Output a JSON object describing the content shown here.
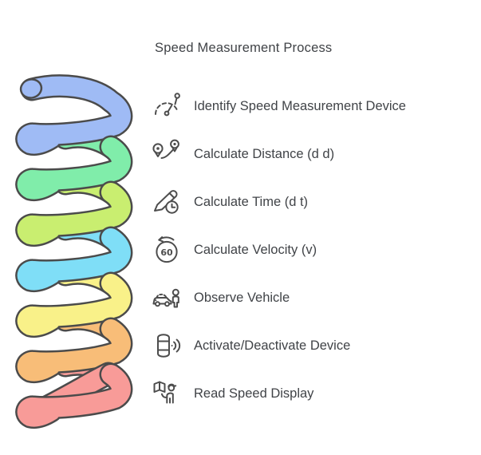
{
  "title": "Speed Measurement Process",
  "items": [
    {
      "label": "Identify Speed Measurement Device",
      "icon": "speedometer-icon"
    },
    {
      "label": "Calculate Distance (d d)",
      "icon": "route-pins-icon"
    },
    {
      "label": "Calculate Time (d t)",
      "icon": "pencil-clock-icon"
    },
    {
      "label": "Calculate Velocity (v)",
      "icon": "speed-dial-icon",
      "badge": "60"
    },
    {
      "label": "Observe Vehicle",
      "icon": "car-person-icon"
    },
    {
      "label": "Activate/Deactivate Device",
      "icon": "device-signal-icon"
    },
    {
      "label": "Read Speed Display",
      "icon": "map-reader-icon"
    }
  ],
  "spring": {
    "colors": [
      "#9fbbf5",
      "#80edaa",
      "#c9ee70",
      "#7fdef7",
      "#f9f189",
      "#f8bd78",
      "#f89b98"
    ],
    "outline": "#4b4b4b"
  },
  "text_color": "#404347",
  "icon_color": "#4d4d4d"
}
